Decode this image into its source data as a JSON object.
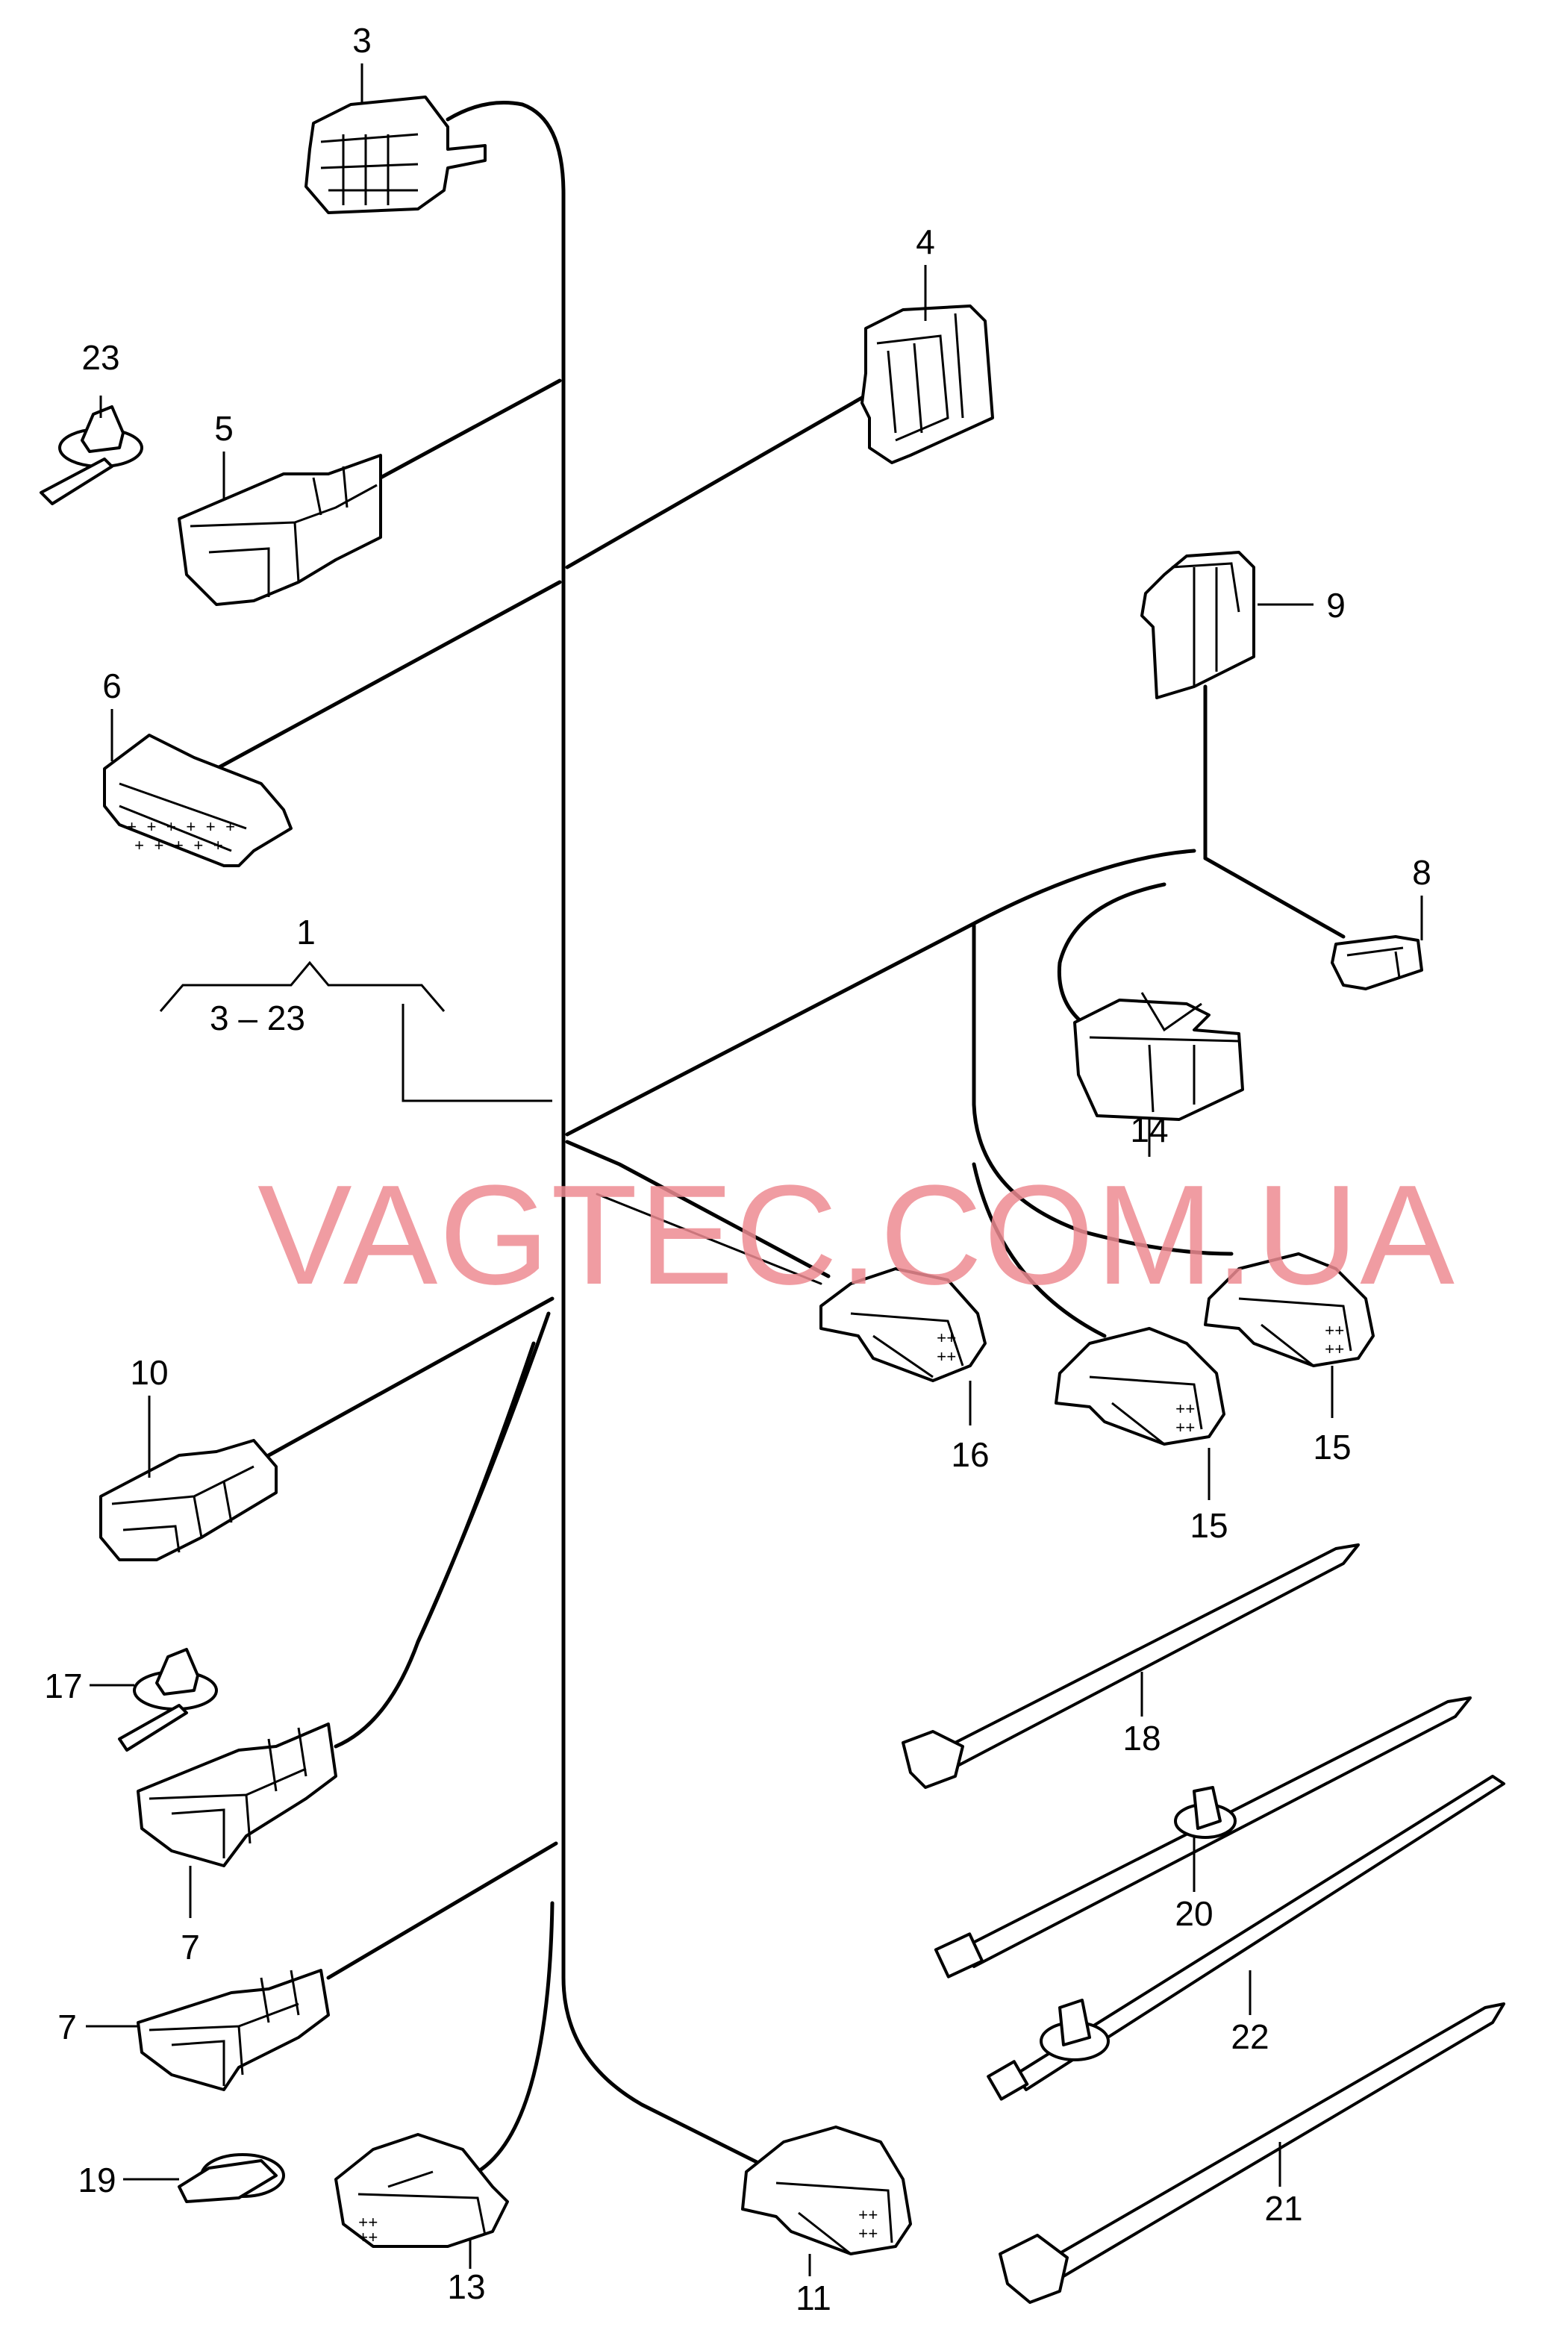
{
  "watermark": "VAGTEC.COM.UA",
  "callouts": {
    "c1": "1",
    "c1_range": "3 – 23",
    "c3": "3",
    "c4": "4",
    "c5": "5",
    "c6": "6",
    "c7a": "7",
    "c7b": "7",
    "c8": "8",
    "c9": "9",
    "c10": "10",
    "c11": "11",
    "c13": "13",
    "c14": "14",
    "c15a": "15",
    "c15b": "15",
    "c16": "16",
    "c17": "17",
    "c18": "18",
    "c19": "19",
    "c20": "20",
    "c21": "21",
    "c22": "22",
    "c23": "23"
  }
}
